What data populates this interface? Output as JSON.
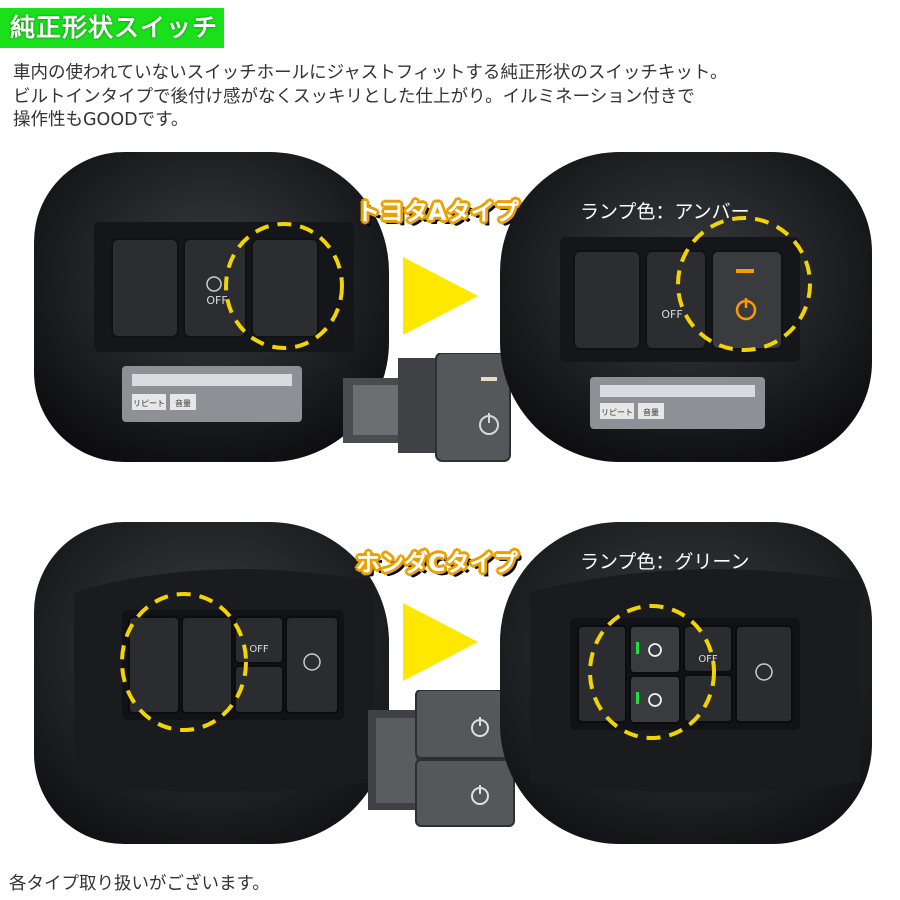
{
  "header": {
    "title": "純正形状スイッチ"
  },
  "description": {
    "lines": [
      "車内の使われていないスイッチホールにジャストフィットする純正形状のスイッチキット。",
      "ビルトインタイプで後付け感がなくスッキリとした仕上がり。イルミネーション付きで",
      "操作性もGOODです。"
    ]
  },
  "toyota": {
    "type_label": "トヨタAタイプ",
    "lamp_label": "ランプ色：アンバー",
    "off_text": "OFF",
    "btn_repeat": "リピート",
    "btn_volume": "音量",
    "lamp_color": "#ff9900"
  },
  "honda": {
    "type_label": "ホンダCタイプ",
    "lamp_label": "ランプ色：グリーン",
    "off_text": "OFF",
    "lamp_color": "#22dd44"
  },
  "colors": {
    "badge": "#19e01a",
    "accent_yellow": "#ffe800",
    "dashed_circle": "#f2d400"
  },
  "footer": {
    "text": "各タイプ取り扱いがございます。"
  }
}
